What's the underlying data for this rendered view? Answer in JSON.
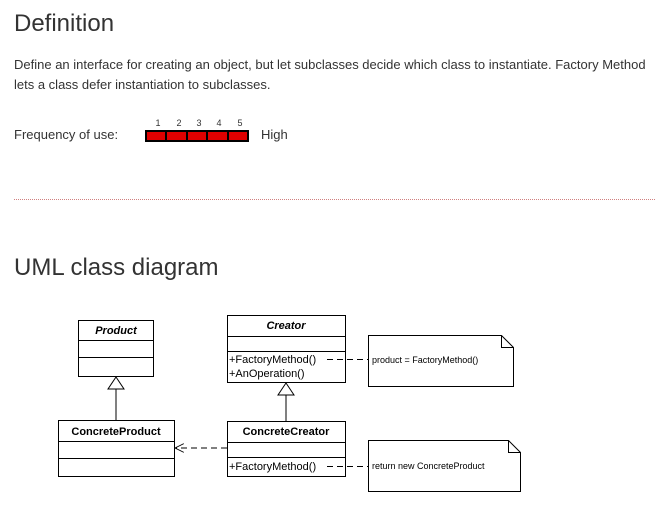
{
  "definition": {
    "heading": "Definition",
    "text": "Define an interface for creating an object, but let subclasses decide which class to instantiate. Factory Method lets a class defer instantiation to subclasses."
  },
  "frequency": {
    "label": "Frequency of use:",
    "scale": [
      "1",
      "2",
      "3",
      "4",
      "5"
    ],
    "level": 5,
    "max": 5,
    "value_text": "High",
    "bar_color": "#e00000"
  },
  "uml": {
    "heading": "UML class diagram",
    "classes": {
      "product": {
        "name": "Product"
      },
      "concrete_product": {
        "name": "ConcreteProduct"
      },
      "creator": {
        "name": "Creator",
        "method_1": "+FactoryMethod()",
        "method_2": "+AnOperation()"
      },
      "concrete_creator": {
        "name": "ConcreteCreator",
        "method_1": "+FactoryMethod()"
      }
    },
    "notes": {
      "creator_note": "product = FactoryMethod()",
      "concrete_creator_note": "return new ConcreteProduct"
    }
  }
}
